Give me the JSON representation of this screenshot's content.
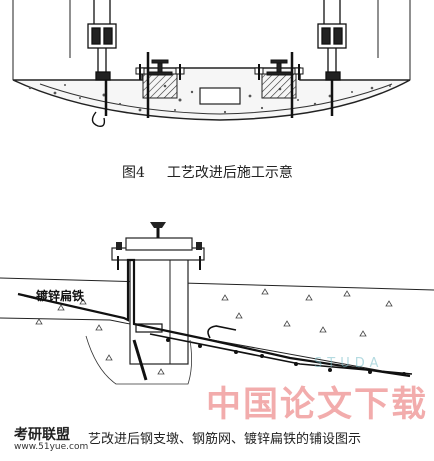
{
  "figure4": {
    "caption_number": "图4",
    "caption_text": "工艺改进后施工示意"
  },
  "figure5": {
    "label_strip": "镀锌扁铁",
    "caption_text": "艺改进后钢支墩、钢筋网、镀锌扁铁的铺设图示"
  },
  "watermarks": {
    "cn": "中国论文下载",
    "en": "STUDA",
    "site": "考研联盟",
    "url": "www.51yue.com"
  },
  "colors": {
    "line": "#1a1a1a",
    "hatch": "#444444",
    "watermark_red": "#e24646"
  }
}
